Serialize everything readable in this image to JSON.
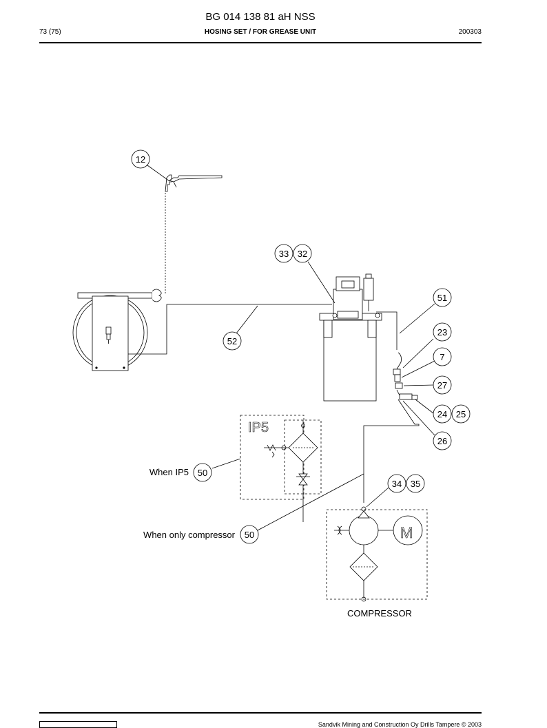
{
  "header": {
    "title": "BG 014 138 81 aH NSS",
    "page": "73 (75)",
    "subtitle": "HOSING SET / FOR GREASE UNIT",
    "date": "200303"
  },
  "callouts": {
    "c12": "12",
    "c33": "33",
    "c32": "32",
    "c51": "51",
    "c23": "23",
    "c7": "7",
    "c27": "27",
    "c24": "24",
    "c25": "25",
    "c26": "26",
    "c52": "52",
    "c50a": "50",
    "c34": "34",
    "c35": "35",
    "c50b": "50"
  },
  "labels": {
    "when_ip5": "When IP5",
    "when_only_compressor": "When only compressor",
    "compressor": "COMPRESSOR",
    "ip5": "IP5",
    "motor": "M"
  },
  "footer": {
    "copyright": "Sandvik Mining and Construction Oy Drills Tampere © 2003"
  }
}
